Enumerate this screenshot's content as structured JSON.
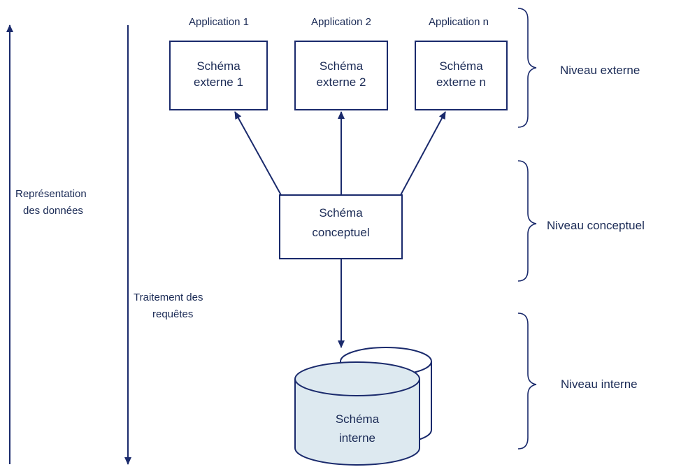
{
  "applications": [
    {
      "label": "Application 1",
      "schema_line1": "Schéma",
      "schema_line2": "externe 1"
    },
    {
      "label": "Application 2",
      "schema_line1": "Schéma",
      "schema_line2": "externe 2"
    },
    {
      "label": "Application n",
      "schema_line1": "Schéma",
      "schema_line2": "externe n"
    }
  ],
  "conceptual": {
    "line1": "Schéma",
    "line2": "conceptuel"
  },
  "internal": {
    "line1": "Schéma",
    "line2": "interne"
  },
  "levels": {
    "external": "Niveau externe",
    "conceptual": "Niveau conceptuel",
    "internal": "Niveau interne"
  },
  "left_axis": {
    "line1": "Représentation",
    "line2": "des données"
  },
  "middle_axis": {
    "line1": "Traitement des",
    "line2": "requêtes"
  },
  "colors": {
    "stroke": "#1a2a6c",
    "text": "#1a2a55",
    "cylinder_fill": "#dde9f0"
  }
}
